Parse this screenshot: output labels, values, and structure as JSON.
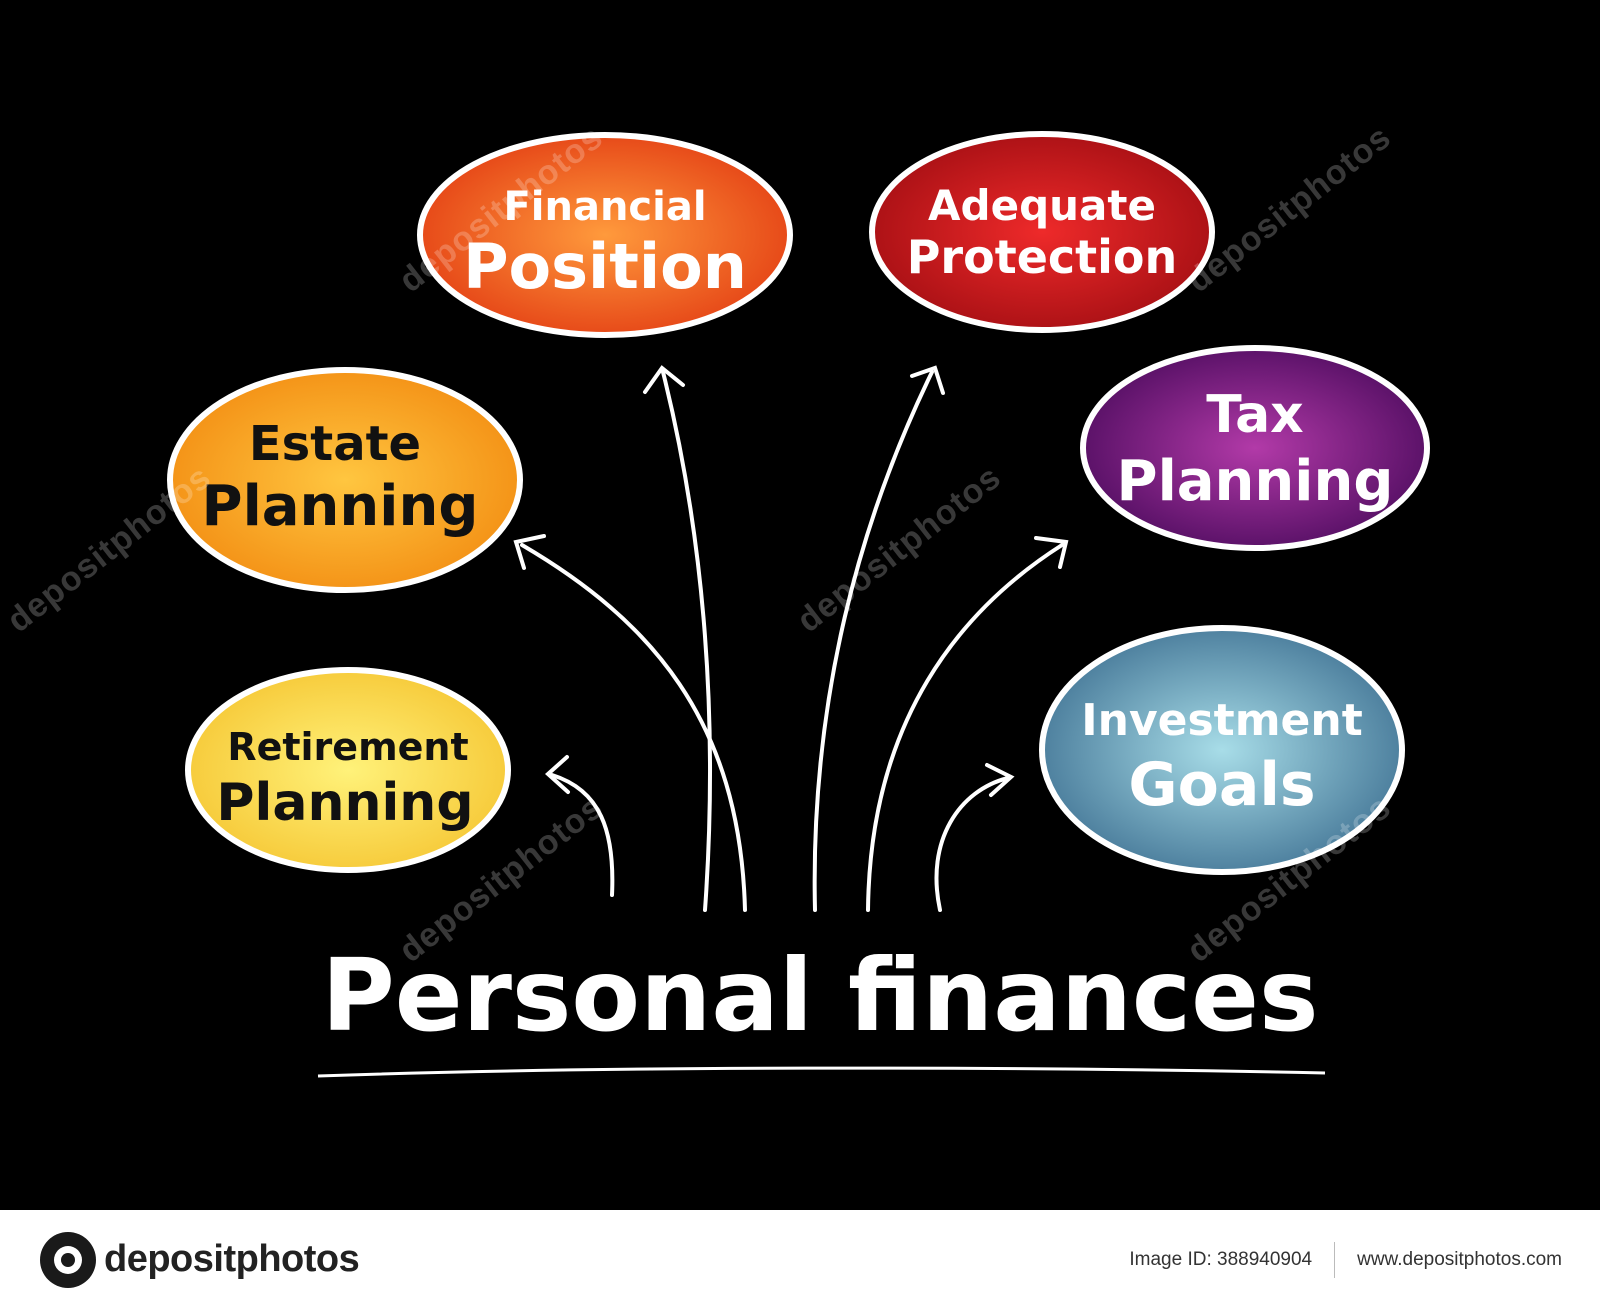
{
  "diagram": {
    "title": "Personal finances",
    "nodes": [
      {
        "id": "financial-position",
        "lines": [
          "Financial",
          "Position"
        ],
        "color_center": "#ff9a3c",
        "color_edge": "#e23a12"
      },
      {
        "id": "adequate-protection",
        "lines": [
          "Adequate",
          "Protection"
        ],
        "color_center": "#ee2a2a",
        "color_edge": "#a00d12"
      },
      {
        "id": "estate-planning",
        "lines": [
          "Estate",
          "Planning"
        ],
        "color_center": "#ffc640",
        "color_edge": "#f28a10"
      },
      {
        "id": "tax-planning",
        "lines": [
          "Tax",
          "Planning"
        ],
        "color_center": "#b23aa8",
        "color_edge": "#4a0a5c"
      },
      {
        "id": "retirement-planning",
        "lines": [
          "Retirement",
          "Planning"
        ],
        "color_center": "#fff27a",
        "color_edge": "#f5c430"
      },
      {
        "id": "investment-goals",
        "lines": [
          "Investment",
          "Goals"
        ],
        "color_center": "#a8dde8",
        "color_edge": "#3c6e90"
      }
    ],
    "watermark": "depositphotos"
  },
  "footer": {
    "brand": "depositphotos",
    "image_id": "Image ID: 388940904",
    "site": "www.depositphotos.com"
  }
}
